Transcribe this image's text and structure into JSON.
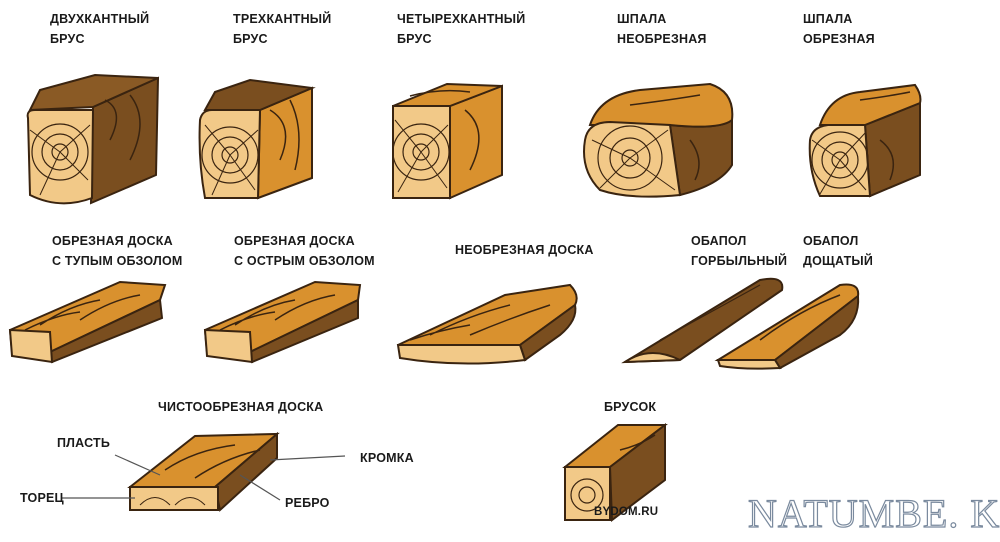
{
  "labels": {
    "beam_two_edge": [
      "ДВУХКАНТНЫЙ",
      "БРУС"
    ],
    "beam_three_edge": [
      "ТРЕХКАНТНЫЙ",
      "БРУС"
    ],
    "beam_four_edge": [
      "ЧЕТЫРЕХКАНТНЫЙ",
      "БРУС"
    ],
    "sleeper_unedged": [
      "ШПАЛА",
      "НЕОБРЕЗНАЯ"
    ],
    "sleeper_edged": [
      "ШПАЛА",
      "ОБРЕЗНАЯ"
    ],
    "board_blunt_wane": [
      "ОБРЕЗНАЯ ДОСКА",
      "С ТУПЫМ ОБЗОЛОМ"
    ],
    "board_sharp_wane": [
      "ОБРЕЗНАЯ ДОСКА",
      "С ОСТРЫМ ОБЗОЛОМ"
    ],
    "board_unedged": [
      "НЕОБРЕЗНАЯ ДОСКА"
    ],
    "slab_log": [
      "ОБАПОЛ",
      "ГОРБЫЛЬНЫЙ"
    ],
    "slab_board": [
      "ОБАПОЛ",
      "ДОЩАТЫЙ"
    ],
    "board_clean_edged": [
      "ЧИСТООБРЕЗНАЯ ДОСКА"
    ],
    "bar": [
      "БРУСОК"
    ]
  },
  "parts": {
    "face": "ПЛАСТЬ",
    "end": "ТОРЕЦ",
    "edge": "КРОМКА",
    "arris": "РЕБРО"
  },
  "credit": "BYDOM.RU",
  "watermark": "NATUMBE. KZ",
  "colors": {
    "wood": "#d9912e",
    "wood_end": "#f2c988",
    "bark": "#7a4e1f",
    "grain": "#3a2410"
  }
}
